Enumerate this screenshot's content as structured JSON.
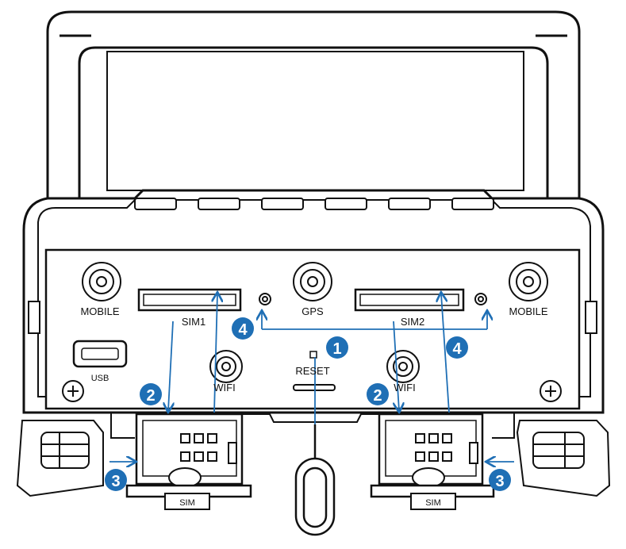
{
  "labels": {
    "mobile_left": "MOBILE",
    "mobile_right": "MOBILE",
    "gps": "GPS",
    "sim1": "SIM1",
    "sim2": "SIM2",
    "usb": "USB",
    "wifi_left": "WIFI",
    "wifi_right": "WIFI",
    "reset": "RESET",
    "tray_left": "SIM",
    "tray_right": "SIM"
  },
  "steps": {
    "one": "1",
    "two_left": "2",
    "two_right": "2",
    "three_left": "3",
    "three_right": "3",
    "four_left": "4",
    "four_right": "4"
  },
  "colors": {
    "accent": "#1f6fb5",
    "line": "#111111"
  }
}
